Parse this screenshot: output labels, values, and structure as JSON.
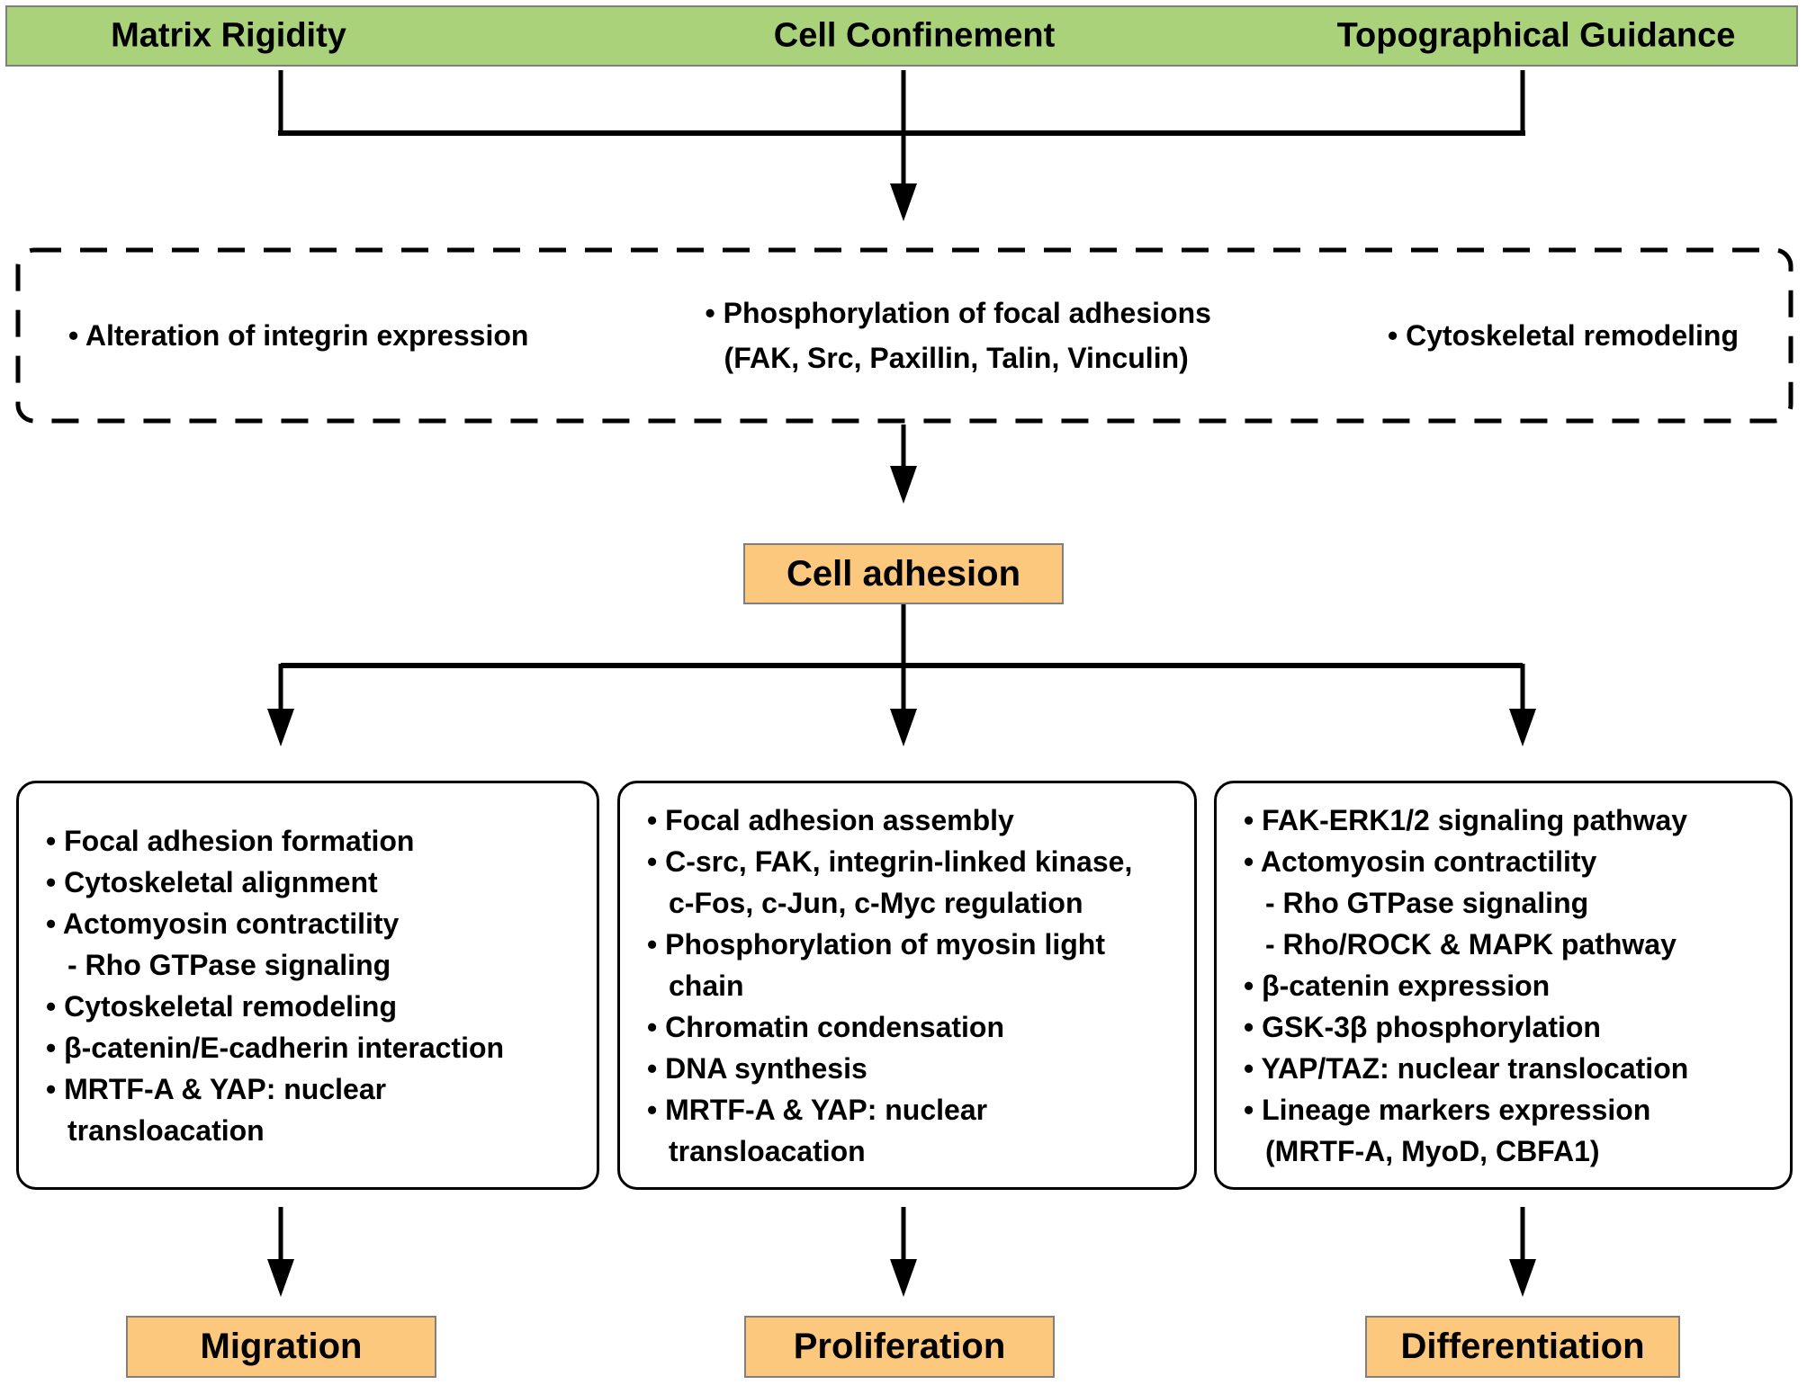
{
  "palette": {
    "input_bar_green": "#aad27b",
    "node_orange": "#fbc87d",
    "node_border_gray": "#7f7f7f",
    "line_black": "#000000",
    "background": "#ffffff"
  },
  "inputs_bar": {
    "items": [
      "Matrix Rigidity",
      "Cell Confinement",
      "Topographical Guidance"
    ]
  },
  "dashed_box": {
    "integrin": "• Alteration of integrin expression",
    "phospho_lines": [
      "• Phosphorylation of focal adhesions",
      "(FAK, Src, Paxillin, Talin, Vinculin)"
    ],
    "cytoskeletal": "• Cytoskeletal remodeling"
  },
  "hub": {
    "label": "Cell adhesion"
  },
  "branches": [
    {
      "outcome": "Migration",
      "lines": [
        {
          "t": "• Focal adhesion formation",
          "i": 0
        },
        {
          "t": "• Cytoskeletal alignment",
          "i": 0
        },
        {
          "t": "• Actomyosin contractility",
          "i": 0
        },
        {
          "t": "- Rho GTPase signaling",
          "i": 1
        },
        {
          "t": "• Cytoskeletal remodeling",
          "i": 0
        },
        {
          "t": "• β-catenin/E-cadherin interaction",
          "i": 0
        },
        {
          "t": "• MRTF-A & YAP: nuclear",
          "i": 0
        },
        {
          "t": "transloacation",
          "i": 1
        }
      ]
    },
    {
      "outcome": "Proliferation",
      "lines": [
        {
          "t": "• Focal adhesion assembly",
          "i": 0
        },
        {
          "t": "• C-src, FAK, integrin-linked kinase,",
          "i": 0
        },
        {
          "t": "c-Fos, c-Jun, c-Myc regulation",
          "i": 1
        },
        {
          "t": "• Phosphorylation of myosin light",
          "i": 0
        },
        {
          "t": "chain",
          "i": 1
        },
        {
          "t": "• Chromatin condensation",
          "i": 0
        },
        {
          "t": "• DNA synthesis",
          "i": 0
        },
        {
          "t": "• MRTF-A & YAP: nuclear",
          "i": 0
        },
        {
          "t": "transloacation",
          "i": 1
        }
      ]
    },
    {
      "outcome": "Differentiation",
      "lines": [
        {
          "t": "• FAK-ERK1/2 signaling pathway",
          "i": 0
        },
        {
          "t": "• Actomyosin contractility",
          "i": 0
        },
        {
          "t": "- Rho GTPase signaling",
          "i": 1
        },
        {
          "t": "- Rho/ROCK & MAPK pathway",
          "i": 1
        },
        {
          "t": "• β-catenin expression",
          "i": 0
        },
        {
          "t": "• GSK-3β phosphorylation",
          "i": 0
        },
        {
          "t": "• YAP/TAZ: nuclear translocation",
          "i": 0
        },
        {
          "t": "• Lineage markers expression",
          "i": 0
        },
        {
          "t": "(MRTF-A, MyoD, CBFA1)",
          "i": 1
        }
      ]
    }
  ]
}
